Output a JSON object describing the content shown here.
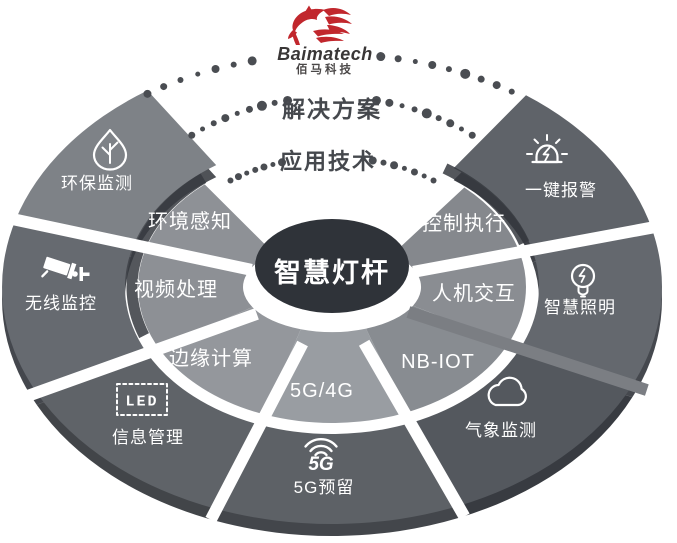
{
  "logo": {
    "brand": "Baimatech",
    "brand_cn": "佰马科技",
    "horse_color": "#c1272d",
    "brand_color": "#3a3737",
    "brand_cn_color": "#4a4747"
  },
  "dotted_arcs": {
    "dot_color": "#4a4d52",
    "text_color": "#45484d",
    "labels": [
      {
        "id": "solutions",
        "text": "解决方案"
      },
      {
        "id": "technologies",
        "text": "应用技术"
      }
    ]
  },
  "center": {
    "label": "智慧灯杆",
    "fill": "#2f3339",
    "text_color": "#ffffff"
  },
  "inner_ring": {
    "text_color": "#ffffff",
    "segments": [
      {
        "id": "env-sense",
        "label": "环境感知",
        "fill": "#8e9196"
      },
      {
        "id": "video-process",
        "label": "视频处理",
        "fill": "#8d9095"
      },
      {
        "id": "edge-compute",
        "label": "边缘计算",
        "fill": "#94979c"
      },
      {
        "id": "5g-4g",
        "label": "5G/4G",
        "fill": "#999da2"
      },
      {
        "id": "nb-iot",
        "label": "NB-IOT",
        "fill": "#888c91"
      },
      {
        "id": "hmi",
        "label": "人机交互",
        "fill": "#8a8d92"
      },
      {
        "id": "control-exec",
        "label": "控制执行",
        "fill": "#85888d"
      }
    ]
  },
  "outer_ring": {
    "text_color": "#ffffff",
    "segments": [
      {
        "id": "env-monitor",
        "label": "环保监测",
        "icon": "leaf-drop-icon",
        "fill": "#7e8287",
        "base": "#4f5257"
      },
      {
        "id": "wireless-monitor",
        "label": "无线监控",
        "icon": "cctv-camera-icon",
        "fill": "#666a70",
        "base": "#44474d"
      },
      {
        "id": "info-manage",
        "label": "信息管理",
        "icon": "led-screen-icon",
        "fill": "#5f6368",
        "base": "#424549",
        "icon_text": "LED"
      },
      {
        "id": "5g-reserved",
        "label": "5G预留",
        "icon": "5g-wifi-icon",
        "fill": "#5d6166",
        "base": "#43464b",
        "icon_text": "5G"
      },
      {
        "id": "weather-monitor",
        "label": "气象监测",
        "icon": "cloud-icon",
        "fill": "#54585e",
        "base": "#383b41"
      },
      {
        "id": "smart-lighting",
        "label": "智慧照明",
        "icon": "bulb-icon",
        "fill": "#64686e",
        "base": "#45484e"
      },
      {
        "id": "one-key-alarm",
        "label": "一键报警",
        "icon": "siren-icon",
        "fill": "#5f6369",
        "base": "#3e4147"
      }
    ]
  }
}
